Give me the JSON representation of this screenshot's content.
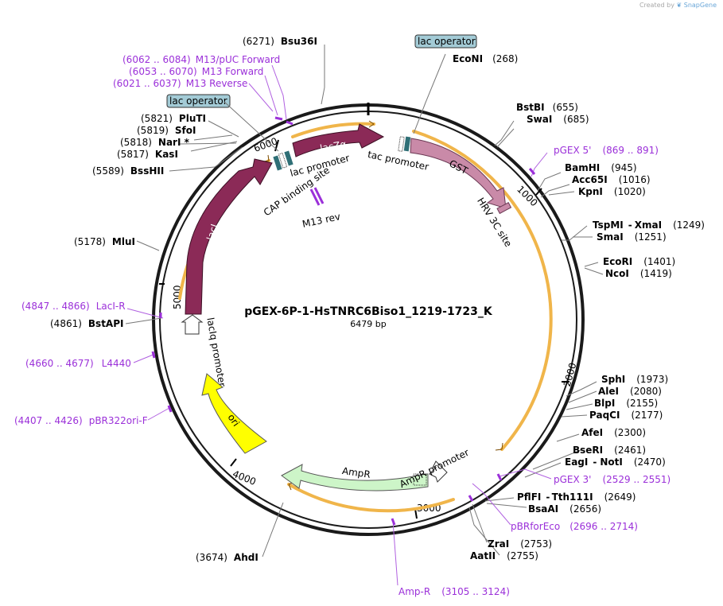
{
  "credit": {
    "prefix": "Created by",
    "brand": "SnapGene"
  },
  "plasmid": {
    "name": "pGEX-6P-1-HsTNRC6Biso1_1219-1723_K",
    "length": "6479 bp"
  },
  "ticks": [
    "1000",
    "2000",
    "3000",
    "4000",
    "5000",
    "6000"
  ],
  "enzymes": [
    {
      "name": "Bsu36I",
      "pos": "(6271)"
    },
    {
      "name": "EcoNI",
      "pos": "(268)"
    },
    {
      "name": "BstBI",
      "pos": "(655)"
    },
    {
      "name": "SwaI",
      "pos": "(685)"
    },
    {
      "name": "BamHI",
      "pos": "(945)"
    },
    {
      "name": "Acc65I",
      "pos": "(1016)"
    },
    {
      "name": "KpnI",
      "pos": "(1020)"
    },
    {
      "name": "TspMI",
      "name2": "XmaI",
      "pos": "(1249)"
    },
    {
      "name": "SmaI",
      "pos": "(1251)"
    },
    {
      "name": "EcoRI",
      "pos": "(1401)"
    },
    {
      "name": "NcoI",
      "pos": "(1419)"
    },
    {
      "name": "SphI",
      "pos": "(1973)"
    },
    {
      "name": "AleI",
      "pos": "(2080)"
    },
    {
      "name": "BlpI",
      "pos": "(2155)"
    },
    {
      "name": "PaqCI",
      "pos": "(2177)"
    },
    {
      "name": "AfeI",
      "pos": "(2300)"
    },
    {
      "name": "BseRI",
      "pos": "(2461)"
    },
    {
      "name": "EagI",
      "name2": "NotI",
      "pos": "(2470)"
    },
    {
      "name": "PflFI",
      "name2": "Tth111I",
      "pos": "(2649)"
    },
    {
      "name": "BsaAI",
      "pos": "(2656)"
    },
    {
      "name": "ZraI",
      "pos": "(2753)"
    },
    {
      "name": "AatII",
      "pos": "(2755)"
    },
    {
      "name": "AhdI",
      "pos": "(3674)"
    },
    {
      "name": "BstAPI",
      "pos": "(4861)"
    },
    {
      "name": "MluI",
      "pos": "(5178)"
    },
    {
      "name": "BssHII",
      "pos": "(5589)"
    },
    {
      "name": "KasI",
      "pos": "(5817)"
    },
    {
      "name": "NarI *",
      "pos": "(5818)"
    },
    {
      "name": "SfoI",
      "pos": "(5819)"
    },
    {
      "name": "PluTI",
      "pos": "(5821)"
    }
  ],
  "primers": [
    {
      "name": "M13/pUC Forward",
      "range": "(6062 .. 6084)"
    },
    {
      "name": "M13 Forward",
      "range": "(6053 .. 6070)"
    },
    {
      "name": "M13 Reverse",
      "range": "(6021 .. 6037)"
    },
    {
      "name": "pGEX 5'",
      "range": "(869 .. 891)"
    },
    {
      "name": "pGEX 3'",
      "range": "(2529 .. 2551)"
    },
    {
      "name": "pBRforEco",
      "range": "(2696 .. 2714)"
    },
    {
      "name": "Amp-R",
      "range": "(3105 .. 3124)"
    },
    {
      "name": "pBR322ori-F",
      "range": "(4407 .. 4426)"
    },
    {
      "name": "L4440",
      "range": "(4660 .. 4677)"
    },
    {
      "name": "LacI-R",
      "range": "(4847 .. 4866)"
    }
  ],
  "features": {
    "lac_operator_1": "lac operator",
    "lac_operator_2": "lac operator",
    "lacZa": "lacZα",
    "lac_promoter": "lac promoter",
    "cap_site": "CAP binding site",
    "m13_rev": "M13 rev",
    "tac_promoter": "tac promoter",
    "gst": "GST",
    "hrv": "HRV 3C site",
    "laci": "lacI",
    "laciq": "lacIq promoter",
    "ori": "ori",
    "ampr": "AmpR",
    "ampr_promoter": "AmpR promoter"
  },
  "colors": {
    "ring": "#1a1a1a",
    "laci": "#8b2a57",
    "lacz": "#8b2a57",
    "gst": "#c98aa8",
    "ori": "#ffff00",
    "ampr": "#cdf5c8",
    "orf": "#f0b54a",
    "primer": "#9b30d9",
    "operator": "#a3cbd6",
    "promoter": "#2f6f76"
  }
}
